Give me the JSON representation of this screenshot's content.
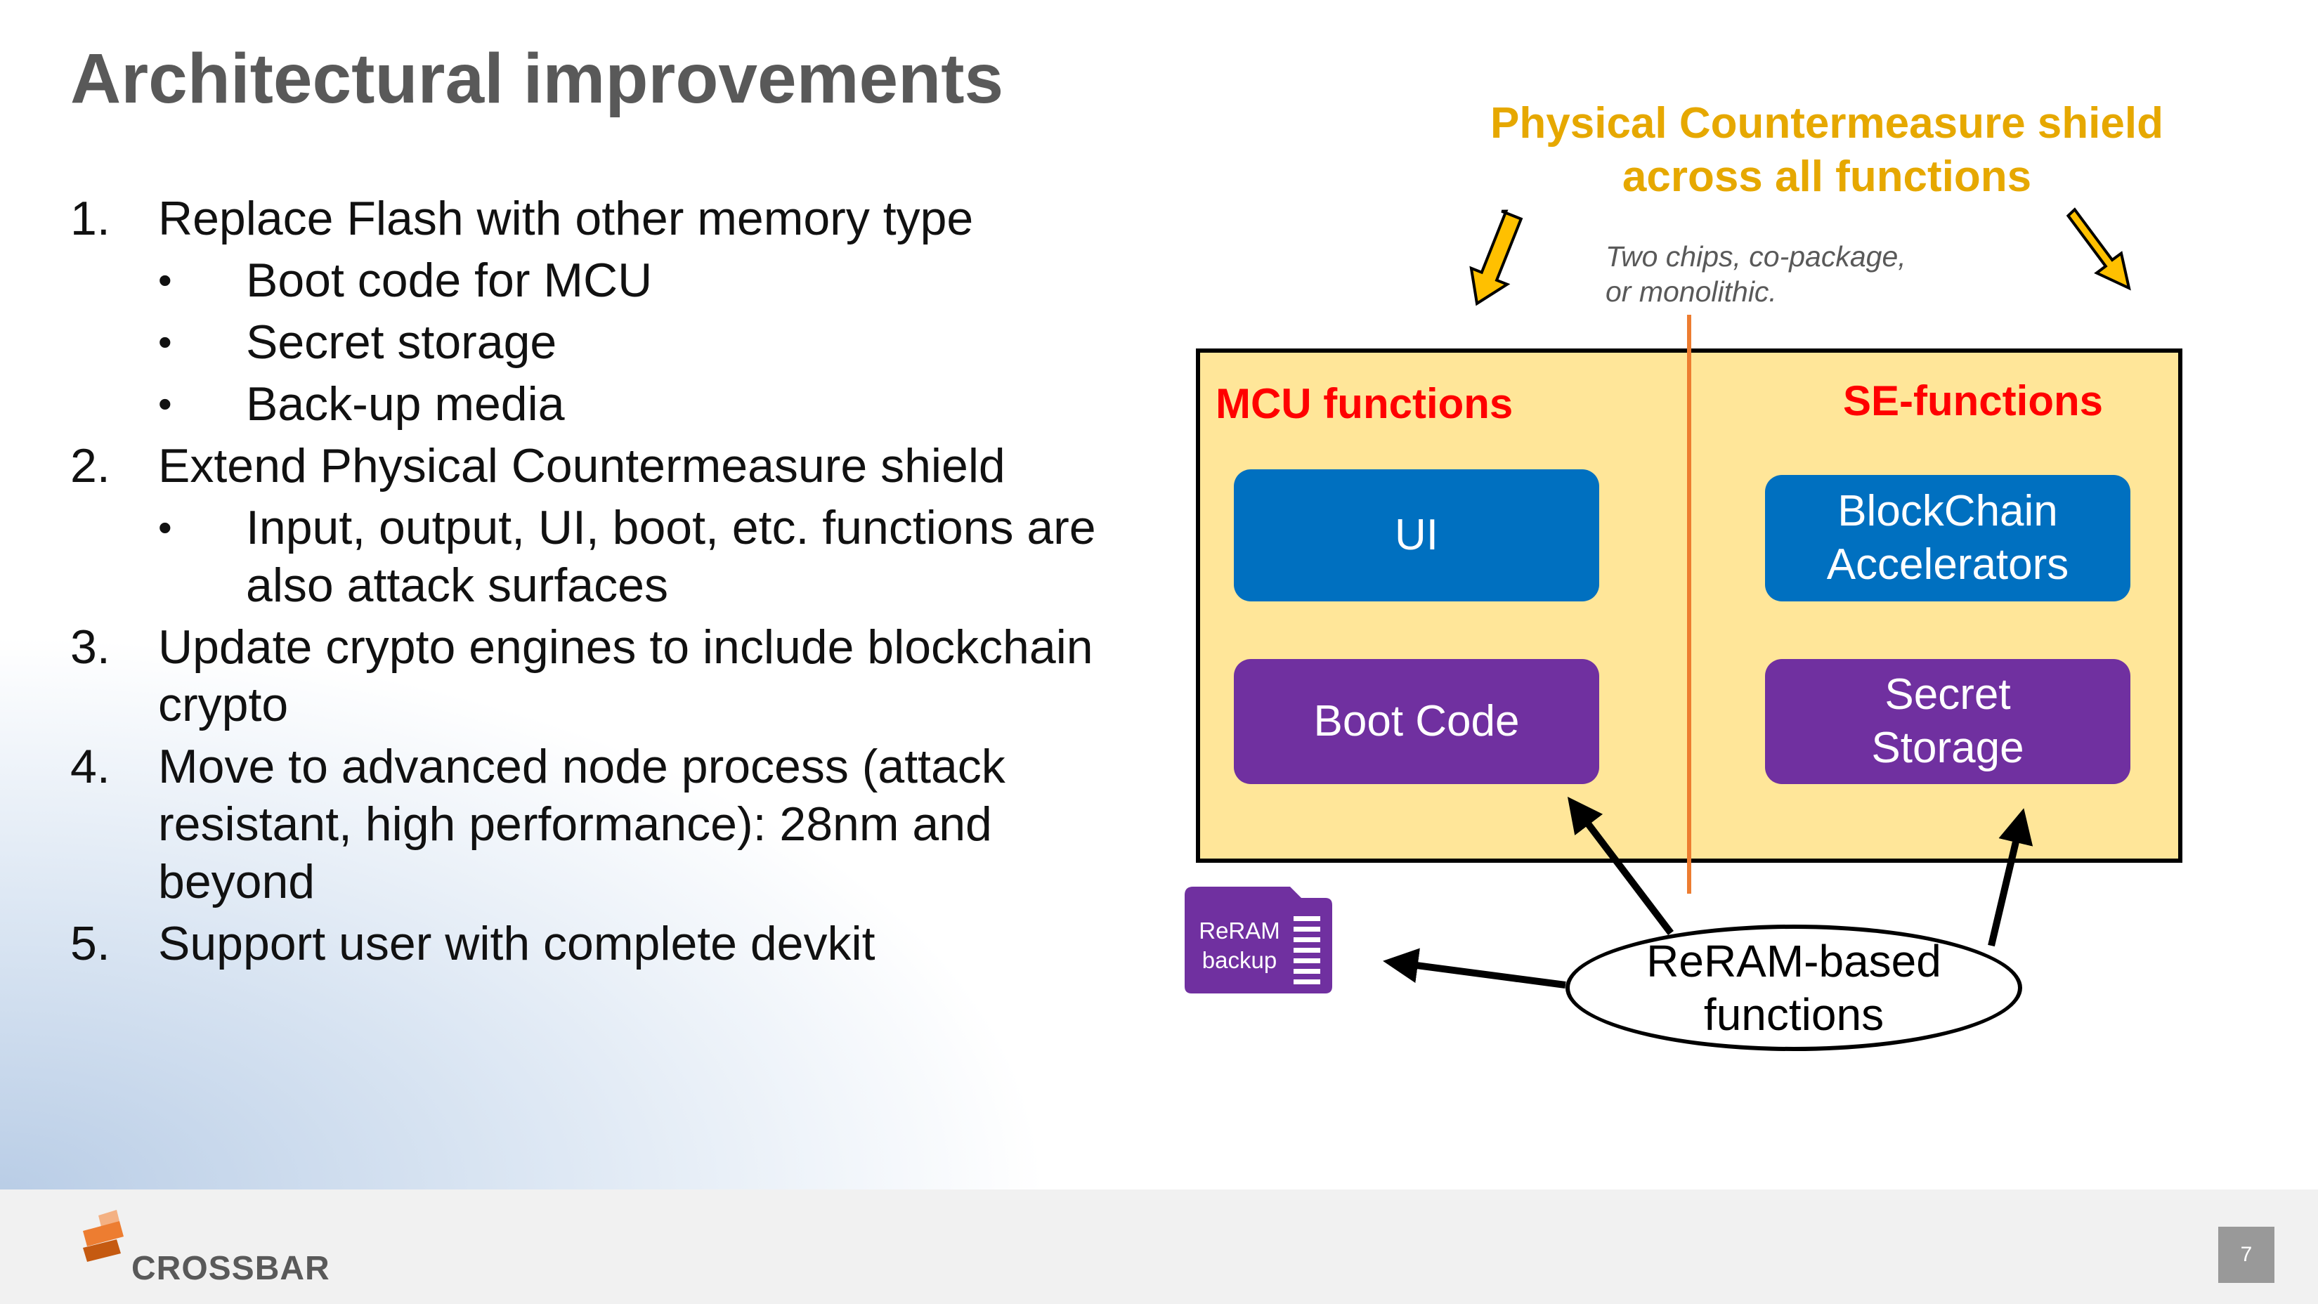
{
  "slide": {
    "title": "Architectural improvements",
    "list": [
      {
        "marker": "1.",
        "text": "Replace Flash with other memory type",
        "level": 1
      },
      {
        "marker": "•",
        "text": "Boot code for MCU",
        "level": 2
      },
      {
        "marker": "•",
        "text": "Secret storage",
        "level": 2
      },
      {
        "marker": "•",
        "text": "Back-up media",
        "level": 2
      },
      {
        "marker": "2.",
        "text": "Extend Physical Countermeasure shield",
        "level": 1
      },
      {
        "marker": "•",
        "text": "Input, output, UI, boot, etc. functions are also attack surfaces",
        "level": 2
      },
      {
        "marker": "3.",
        "text": "Update crypto engines to include blockchain crypto",
        "level": 1
      },
      {
        "marker": "4.",
        "text": "Move to advanced node process (attack resistant, high performance): 28nm and beyond",
        "level": 1
      },
      {
        "marker": "5.",
        "text": "Support user with complete devkit",
        "level": 1
      }
    ]
  },
  "diagram": {
    "shield_title_line1": "Physical Countermeasure shield",
    "shield_title_line2": "across all functions",
    "note_line1": "Two chips, co-package,",
    "note_line2": "or monolithic.",
    "mcu_label": "MCU functions",
    "se_label": "SE-functions",
    "ui_block": "UI",
    "boot_block": "Boot Code",
    "blockchain_line1": "BlockChain",
    "blockchain_line2": "Accelerators",
    "secret_line1": "Secret",
    "secret_line2": "Storage",
    "reram_backup_line1": "ReRAM",
    "reram_backup_line2": "backup",
    "reram_functions_line1": "ReRAM-based",
    "reram_functions_line2": "functions"
  },
  "footer": {
    "logo_text": "CROSSBAR",
    "page_number": "7"
  },
  "colors": {
    "title_gray": "#595959",
    "shield_gold": "#e6a800",
    "chip_fill": "#ffe699",
    "label_red": "#ff0000",
    "block_blue": "#0070c0",
    "block_purple": "#7030a0",
    "divider_orange": "#ed7d31",
    "arrow_yellow": "#ffc000"
  }
}
